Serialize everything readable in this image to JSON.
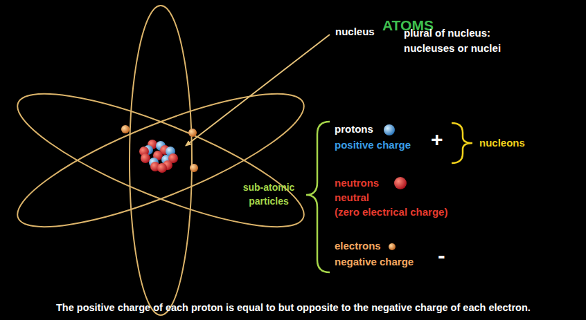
{
  "diagram": {
    "title": "ATOMS",
    "caption": "The positive charge of each proton is equal to but opposite to the negative charge of each electron.",
    "labels": [
      "nucleus",
      "plural of nucleus: nucleuses or nuclei",
      "protons",
      "positive charge",
      "+",
      "nucleons",
      "sub-atomic particles",
      "neutrons",
      "neutral",
      "(zero electrical charge)",
      "electrons",
      "negative charge",
      "-"
    ]
  }
}
